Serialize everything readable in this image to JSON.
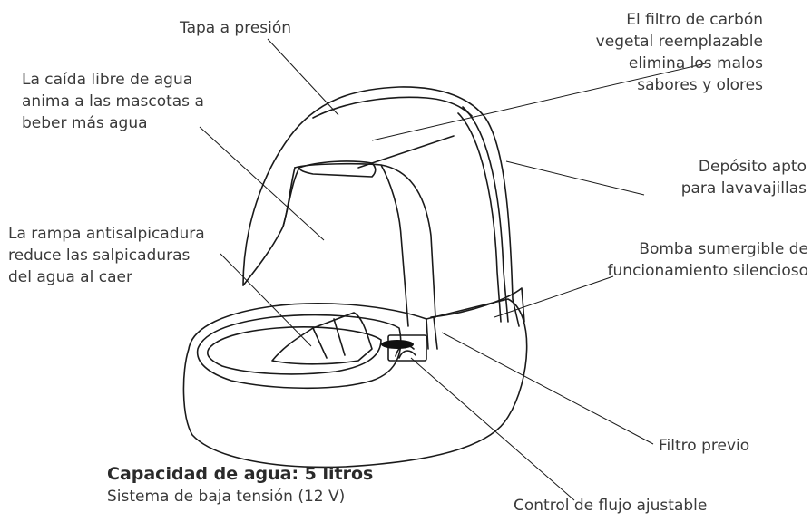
{
  "callouts": {
    "lid": "Tapa a presión",
    "filter": "El filtro de carbón\nvegetal reemplazable\nelimina los malos\nsabores y olores",
    "freefall": "La caída libre de agua\nanima a las mascotas a\nbeber más agua",
    "reservoir": "Depósito apto\npara lavavajillas",
    "ramp": "La rampa antisalpicadura\nreduce las salpicaduras\ndel agua al caer",
    "pump": "Bomba sumergible de\nfuncionamiento silencioso",
    "prefilter": "Filtro previo",
    "flow": "Control de flujo ajustable"
  },
  "capacity": {
    "title": "Capacidad de agua: 5 litros",
    "subtitle": "Sistema de baja tensión (12 V)"
  },
  "colors": {
    "line": "#1a1a1a",
    "text": "#3a3a3a"
  }
}
